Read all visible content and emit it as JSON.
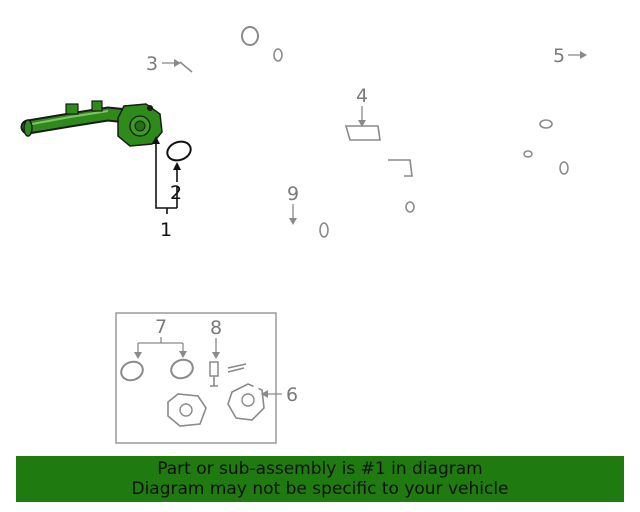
{
  "callouts": {
    "c1": "1",
    "c2": "2",
    "c3": "3",
    "c4": "4",
    "c5": "5",
    "c6": "6",
    "c7": "7",
    "c8": "8",
    "c9": "9"
  },
  "banner": {
    "line1": "Part or sub-assembly is #1 in diagram",
    "line2": "Diagram may not be specific to your vehicle"
  },
  "colors": {
    "highlight": "#2e8b1a",
    "banner_bg": "#1f7a10",
    "line_gray": "#8a8a8a"
  }
}
